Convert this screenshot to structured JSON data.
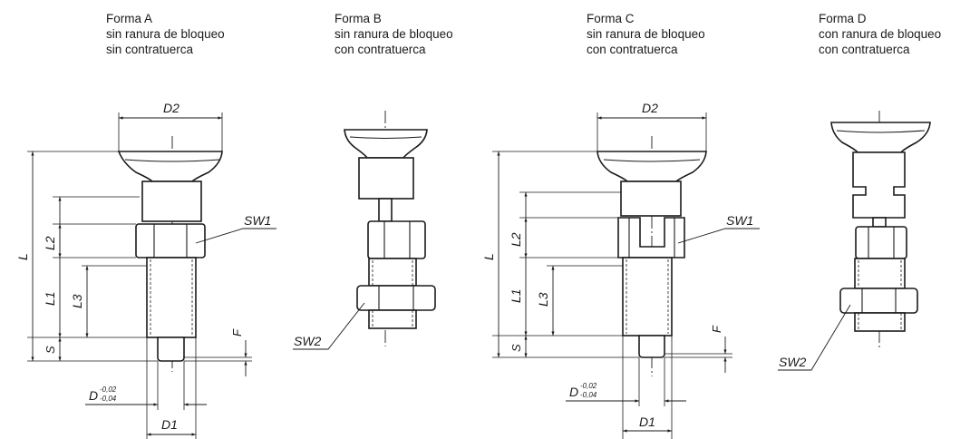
{
  "forms": [
    {
      "title": "Forma A",
      "line1": "sin ranura de bloqueo",
      "line2": "sin contratuerca"
    },
    {
      "title": "Forma B",
      "line1": "sin ranura de bloqueo",
      "line2": "con contratuerca"
    },
    {
      "title": "Forma C",
      "line1": "sin ranura de bloqueo",
      "line2": "con contratuerca"
    },
    {
      "title": "Forma D",
      "line1": "con ranura de bloqueo",
      "line2": "con contratuerca"
    }
  ],
  "dims": {
    "D2": "D2",
    "L": "L",
    "L1": "L1",
    "L2": "L2",
    "L3": "L3",
    "S": "S",
    "F": "F",
    "D": "D",
    "D_tol_upper": "-0,02",
    "D_tol_lower": "-0,04",
    "D1": "D1",
    "SW1": "SW1",
    "SW2": "SW2"
  }
}
